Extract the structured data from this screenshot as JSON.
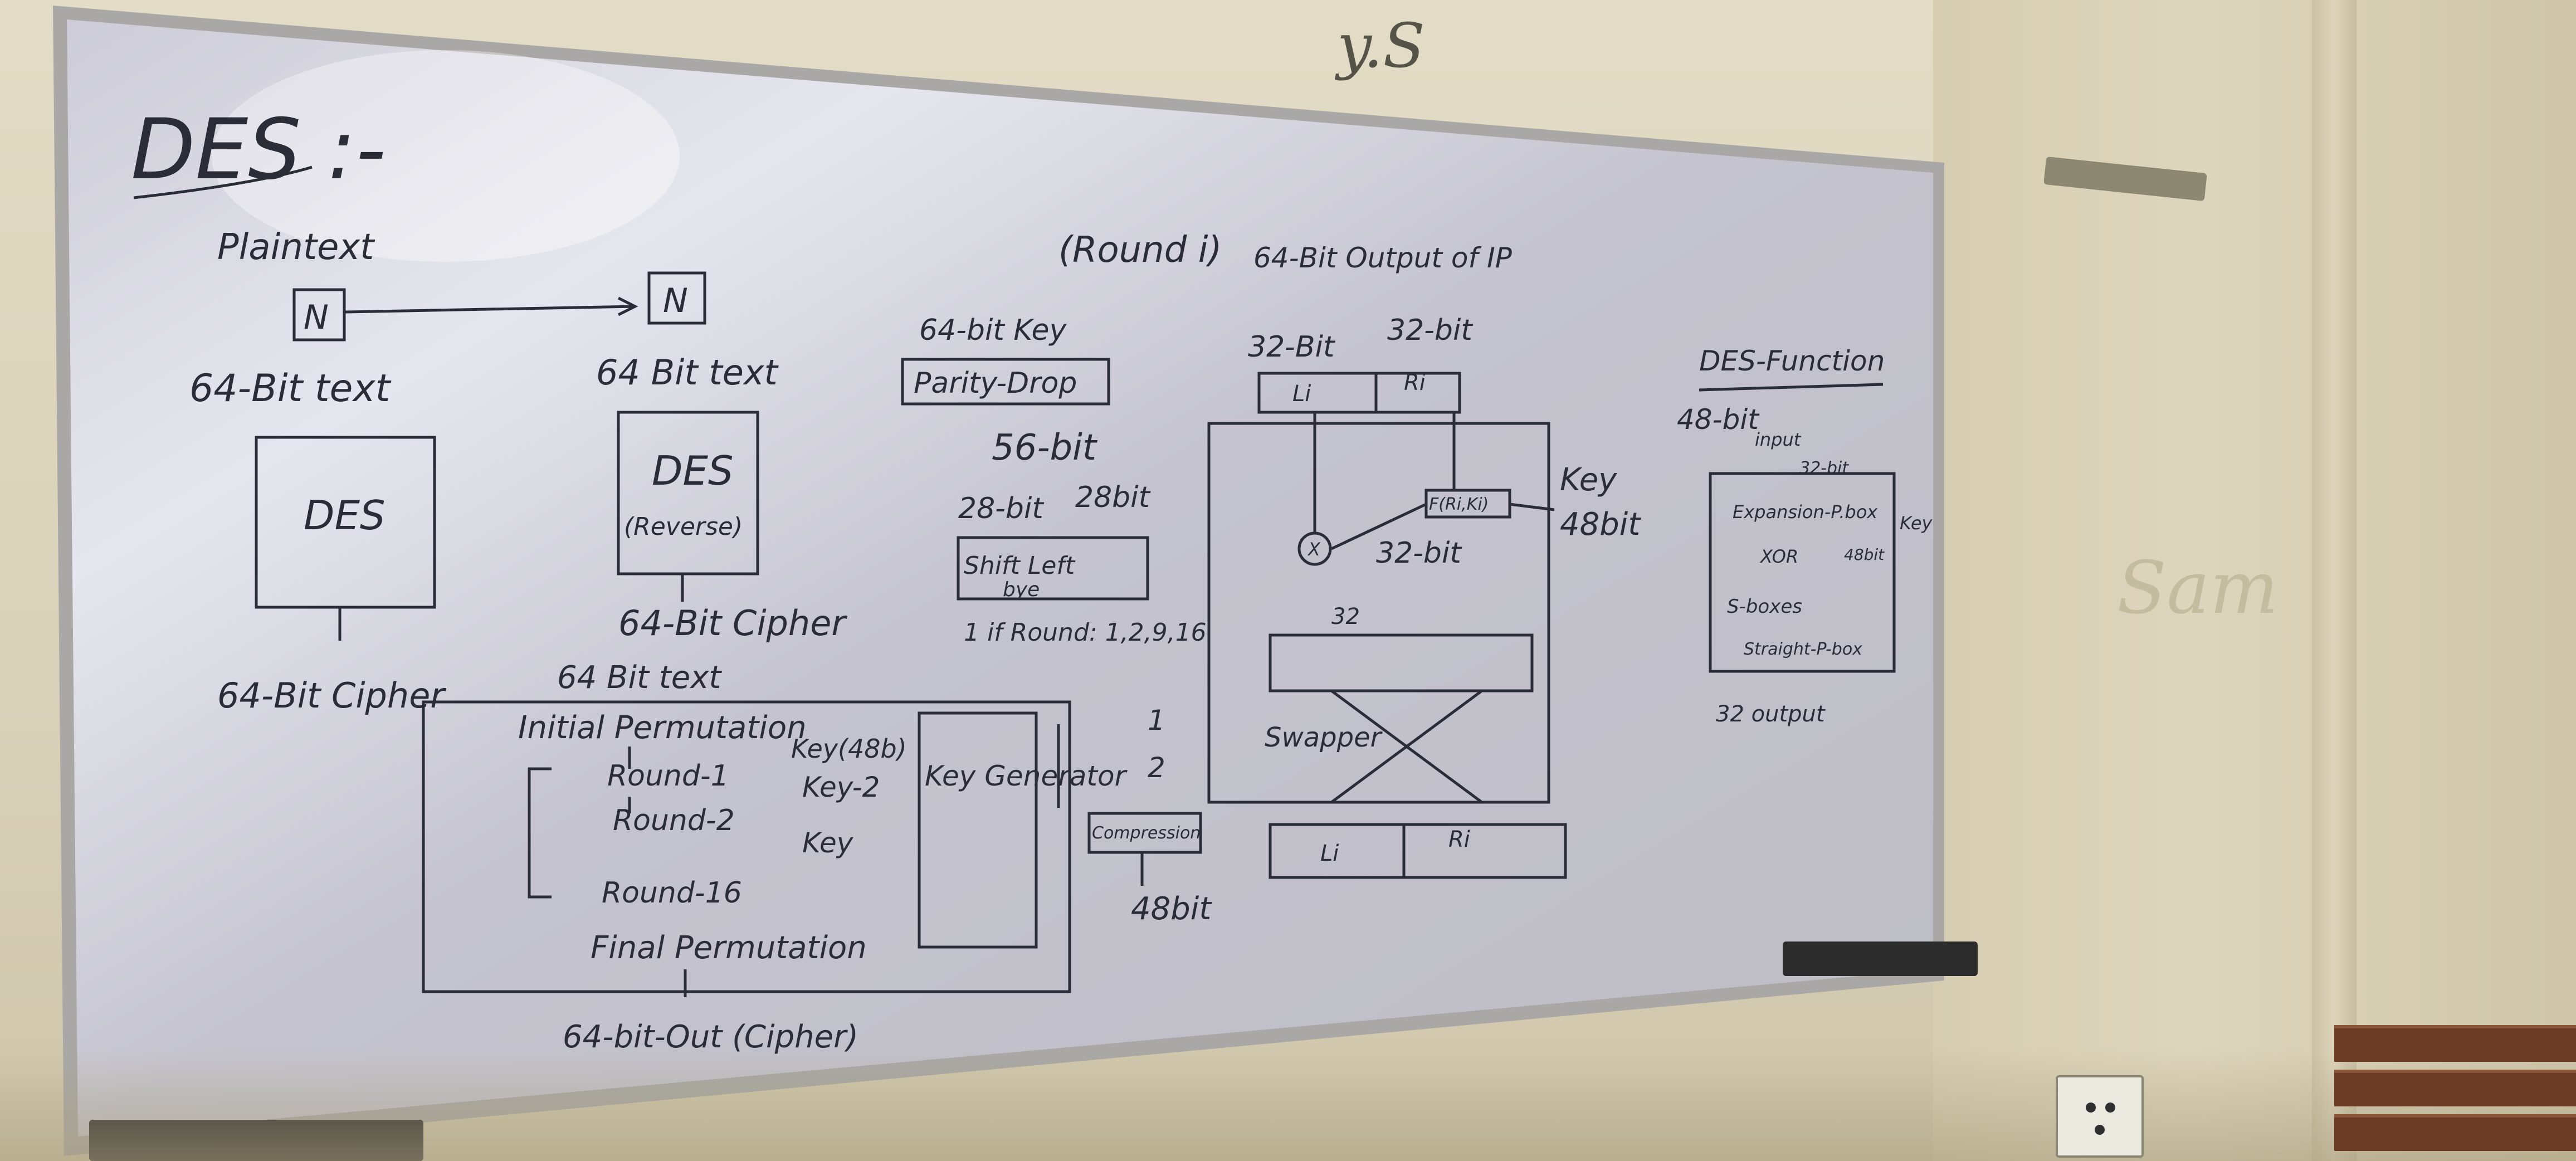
{
  "whiteboard": {
    "title": "DES :-",
    "top_note": "y.S",
    "block_left": {
      "plaintext_label": "Plaintext",
      "n_box_left": "N",
      "n_box_right": "N",
      "bits_text_left": "64-Bit text",
      "bits_text_right": "64 Bit text",
      "des_box": "DES",
      "des_reverse_box_line1": "DES",
      "des_reverse_box_line2": "(Reverse)",
      "cipher_left": "64-Bit Cipher",
      "cipher_right": "64-Bit Cipher"
    },
    "block_rounds": {
      "input": "64 Bit text",
      "initial_permutation": "Initial Permutation",
      "round_1": "Round-1",
      "round_2": "Round-2",
      "round_16": "Round-16",
      "final_permutation": "Final Permutation",
      "key_1": "Key(48b)",
      "key_2": "Key-2",
      "key_n": "Key",
      "key_generator": "Key Generator",
      "output": "64-bit-Out (Cipher)"
    },
    "block_key": {
      "heading": "(Round i)",
      "key_64": "64-bit Key",
      "parity_drop": "Parity-Drop",
      "bits_56": "56-bit",
      "bits_28_left": "28-bit",
      "bits_28_right": "28bit",
      "shift_left": "Shift Left",
      "shift_left_2": "bye",
      "rounds_note": "1 if Round: 1,2,9,16",
      "one": "1",
      "two": "2",
      "compression": "Compression",
      "bits_48": "48bit"
    },
    "block_round_fn": {
      "heading": "64-Bit Output of IP",
      "bits_32_left": "32-Bit",
      "bits_32_right": "32-bit",
      "li": "Li",
      "ri": "Ri",
      "f_box": "F(Ri,Ki)",
      "xor_label": "X",
      "key": "Key",
      "key_bits": "48bit",
      "bits_32_mid": "32-bit",
      "bits_32_side": "32",
      "swapper": "Swapper",
      "li_out": "Li",
      "ri_out": "Ri"
    },
    "block_des_function": {
      "heading": "DES-Function",
      "bits_48": "48-bit",
      "input": "input",
      "bits_32": "32-bit",
      "expansion": "Expansion-P.box",
      "xor": "XOR",
      "key": "Key",
      "bits_48_small": "48bit",
      "sboxes": "S-boxes",
      "straight": "Straight-P-box",
      "output": "32 output"
    },
    "faint_wall_text": "Sam",
    "colors": {
      "board": "#c7c6cf",
      "ink": "#2b2d36",
      "frame": "#a9a8a6",
      "wall": "#ddd5bc"
    }
  }
}
